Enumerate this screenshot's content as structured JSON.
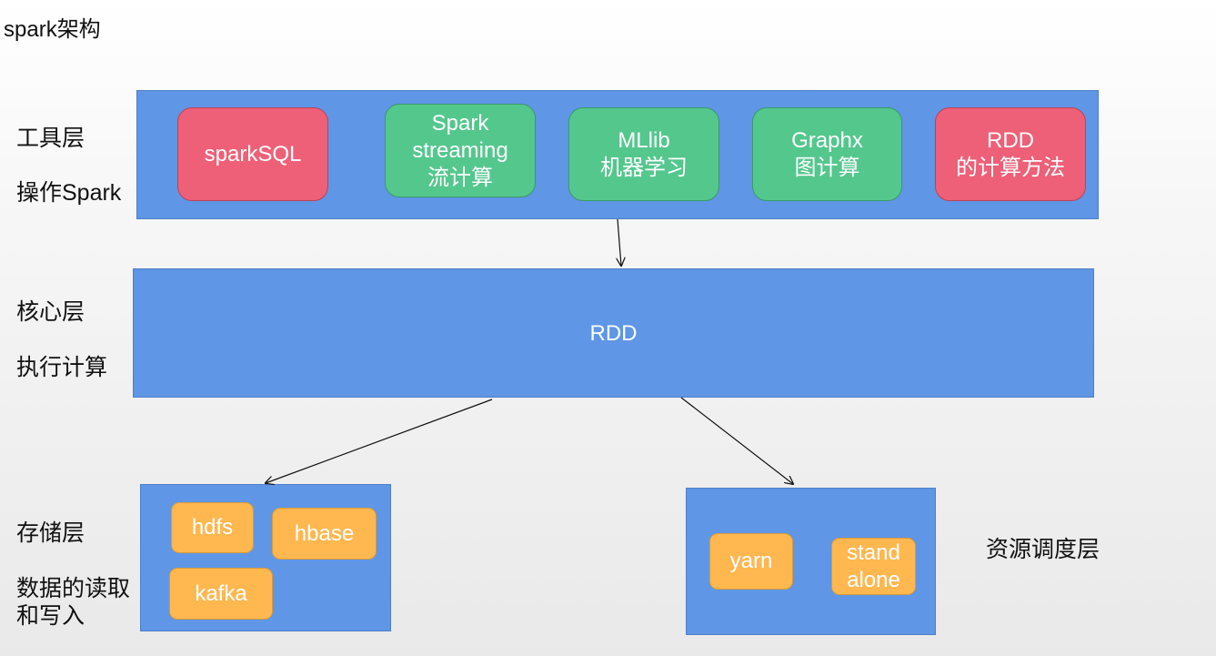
{
  "title": "spark架构",
  "layers": {
    "tool": {
      "name": "工具层",
      "desc": "操作Spark"
    },
    "core": {
      "name": "核心层",
      "desc": "执行计算"
    },
    "storage": {
      "name": "存储层",
      "desc": "数据的读取\n和写入"
    },
    "scheduler": {
      "name": "资源调度层"
    }
  },
  "tools": [
    {
      "label": "sparkSQL"
    },
    {
      "label": "Spark\nstreaming\n流计算"
    },
    {
      "label": "MLlib\n机器学习"
    },
    {
      "label": "Graphx\n图计算"
    },
    {
      "label": "RDD\n的计算方法"
    }
  ],
  "core_label": "RDD",
  "storage_items": [
    {
      "label": "hdfs"
    },
    {
      "label": "hbase"
    },
    {
      "label": "kafka"
    }
  ],
  "scheduler_items": [
    {
      "label": "yarn"
    },
    {
      "label": "stand\nalone"
    }
  ],
  "colors": {
    "panel": "#5f96e6",
    "tool_red": "#ee6077",
    "tool_green": "#54c78d",
    "store": "#ffb74f"
  }
}
